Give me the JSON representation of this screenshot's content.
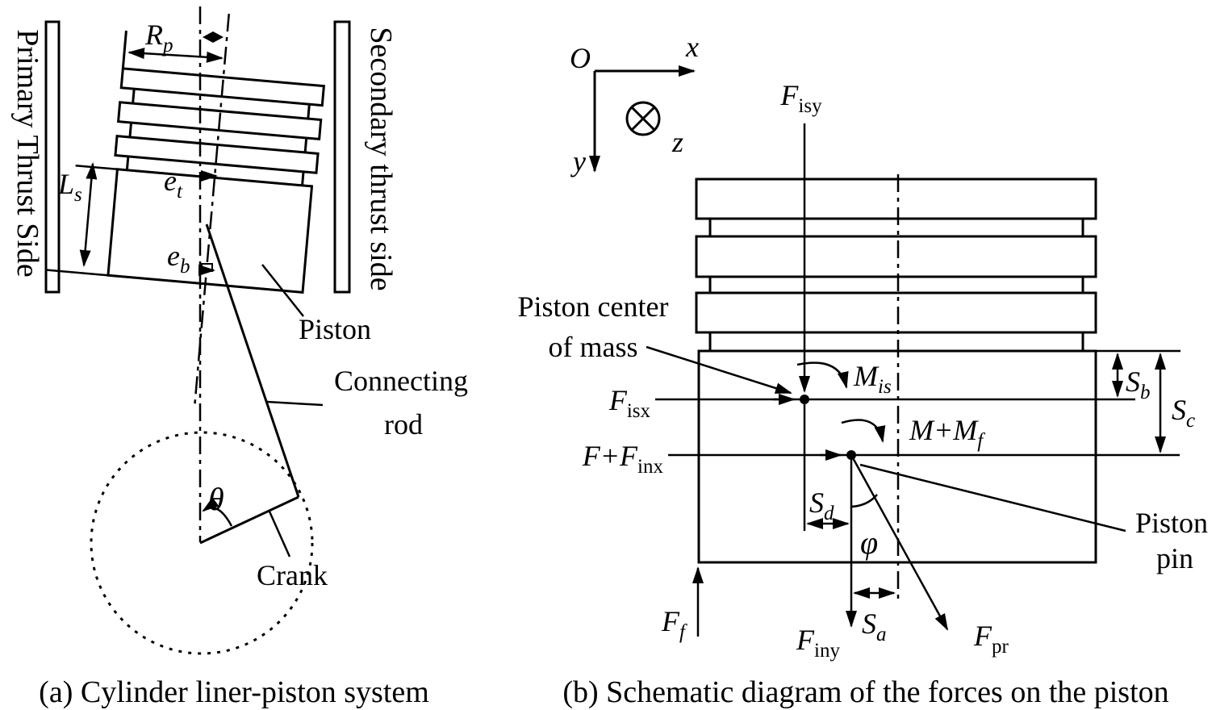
{
  "figure": {
    "colors": {
      "ink": "#000000",
      "background": "#ffffff"
    },
    "panel_a": {
      "caption": "(a) Cylinder liner-piston system",
      "left_wall_label": "Primary Thrust Side",
      "right_wall_label": "Secondary thrust side",
      "labels": {
        "Rp": {
          "main": "R",
          "sub": "p"
        },
        "Ls": {
          "main": "L",
          "sub": "s"
        },
        "et": {
          "main": "e",
          "sub": "t"
        },
        "eb": {
          "main": "e",
          "sub": "b"
        },
        "theta": "θ",
        "piston": "Piston",
        "connecting_rod_line1": "Connecting",
        "connecting_rod_line2": "rod",
        "crank": "Crank"
      }
    },
    "panel_b": {
      "caption": "(b) Schematic diagram of the forces on the piston",
      "axes": {
        "origin": "O",
        "x": "x",
        "y": "y",
        "z": "z"
      },
      "labels": {
        "Fisy": {
          "main": "F",
          "sub": "isy"
        },
        "Fisx": {
          "main": "F",
          "sub": "isx"
        },
        "FFinx": {
          "main": "F+F",
          "sub": "inx"
        },
        "Finy": {
          "main": "F",
          "sub": "iny"
        },
        "Ff": {
          "main": "F",
          "sub": "f"
        },
        "Fpr": {
          "main": "F",
          "sub": "pr"
        },
        "Mis": {
          "main": "M",
          "sub": "is"
        },
        "MMf": {
          "main": "M+M",
          "sub": "f"
        },
        "Sa": {
          "main": "S",
          "sub": "a"
        },
        "Sb": {
          "main": "S",
          "sub": "b"
        },
        "Sc": {
          "main": "S",
          "sub": "c"
        },
        "Sd": {
          "main": "S",
          "sub": "d"
        },
        "phi": "φ",
        "piston_center_line1": "Piston center",
        "piston_center_line2": "of mass",
        "piston_pin_line1": "Piston",
        "piston_pin_line2": "pin"
      }
    }
  }
}
